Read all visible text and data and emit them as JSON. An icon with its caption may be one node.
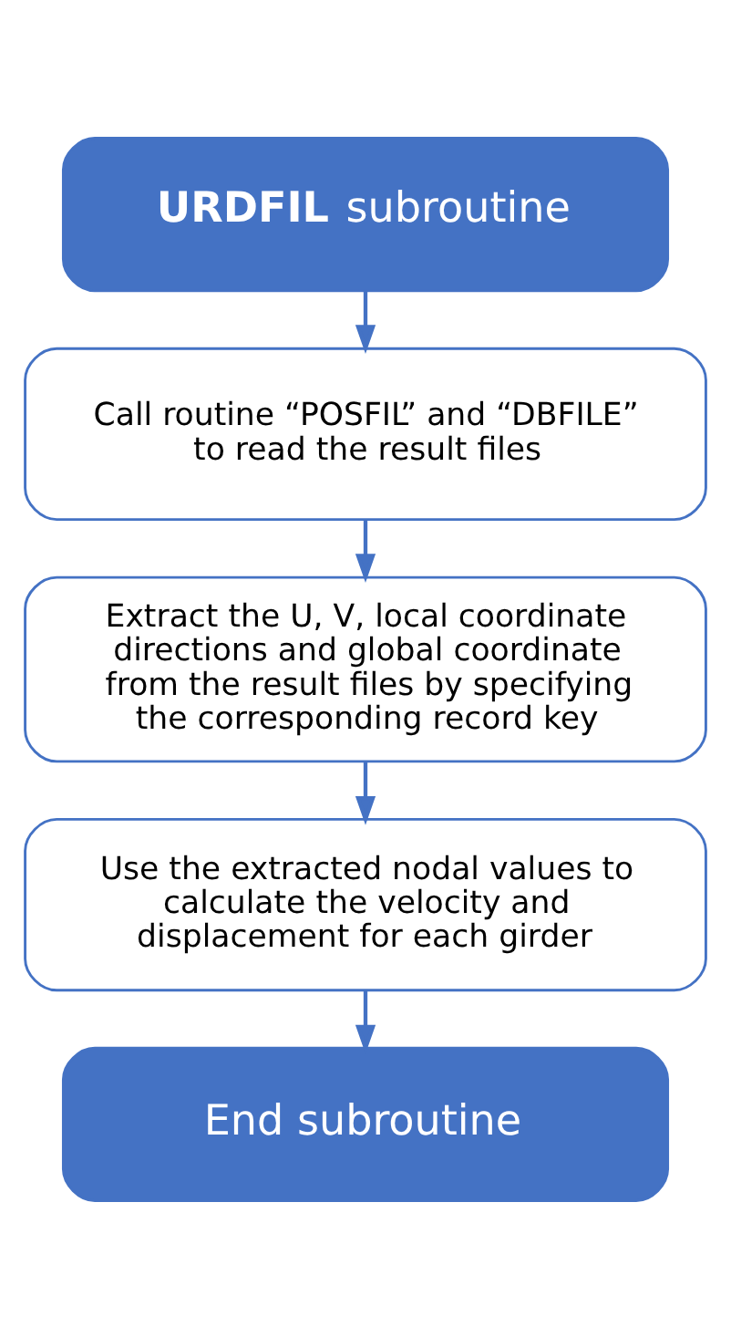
{
  "diagram": {
    "nodes": [
      {
        "text": [
          "**URDFIL** subroutine"
        ]
      },
      {
        "text": [
          "Call routine “POSFIL” and “DBFILE” to read the result files"
        ]
      },
      {
        "text": [
          "Extract the U, V, local coordinate directions and global coordinate from the result files by specifying the corresponding record key"
        ]
      },
      {
        "text": [
          "Use the extracted nodal values to calculate the velocity and displacement for each girder"
        ]
      },
      {
        "text": [
          "End subroutine"
        ]
      }
    ],
    "edges": [
      {
        "from": 0,
        "to": 1,
        "arrow": "to"
      },
      {
        "from": 1,
        "to": 2,
        "arrow": "to"
      },
      {
        "from": 2,
        "to": 3,
        "arrow": "to"
      },
      {
        "from": 3,
        "to": 4,
        "arrow": "to"
      }
    ]
  }
}
